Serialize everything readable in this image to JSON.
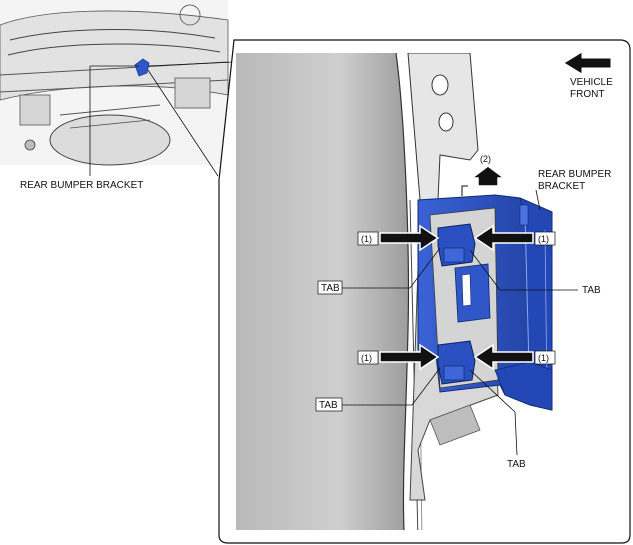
{
  "labels": {
    "rear_bumper_bracket_overview": "REAR BUMPER BRACKET",
    "vehicle": "VEHICLE",
    "front": "FRONT",
    "rear_bumper": "REAR BUMPER",
    "bracket": "BRACKET",
    "callout_1": "(1)",
    "callout_2": "(2)",
    "tab": "TAB"
  },
  "colors": {
    "bracket_blue": "#2f57c8",
    "bracket_dark": "#1d3c99",
    "panel_gray": "#c4c4c4",
    "line": "#111111"
  }
}
